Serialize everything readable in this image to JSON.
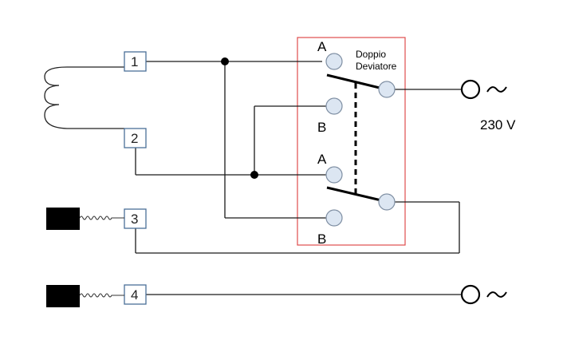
{
  "terminals": [
    {
      "label": "1"
    },
    {
      "label": "2"
    },
    {
      "label": "3"
    },
    {
      "label": "4"
    }
  ],
  "switch": {
    "title_line1": "Doppio",
    "title_line2": "Deviatore",
    "top": {
      "a_label": "A",
      "b_label": "B"
    },
    "bottom": {
      "a_label": "A",
      "b_label": "B"
    }
  },
  "supply": {
    "voltage_label": "230 V"
  },
  "colors": {
    "frame": "#e04c4c",
    "terminal_border": "#4a6f98",
    "contact_fill": "#dce6f2",
    "wire": "#1a1a1a"
  },
  "icons": [
    "coil-icon",
    "ac-source-icon",
    "tilde-icon",
    "resistor-icon"
  ]
}
